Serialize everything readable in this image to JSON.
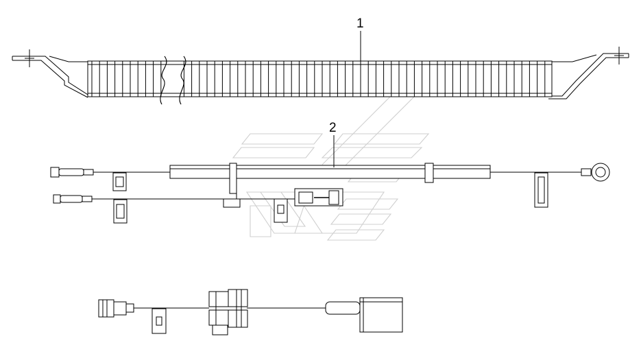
{
  "callouts": [
    {
      "id": "1",
      "label": "1"
    },
    {
      "id": "2",
      "label": "2"
    }
  ],
  "parts": {
    "part_1": "protective-conduit-with-brackets",
    "part_2": "wiring-harness-with-terminals",
    "part_3": "wiring-harness-with-connectors"
  },
  "colors": {
    "line": "#000000",
    "watermark": "#cfcfcf",
    "background": "#ffffff"
  }
}
